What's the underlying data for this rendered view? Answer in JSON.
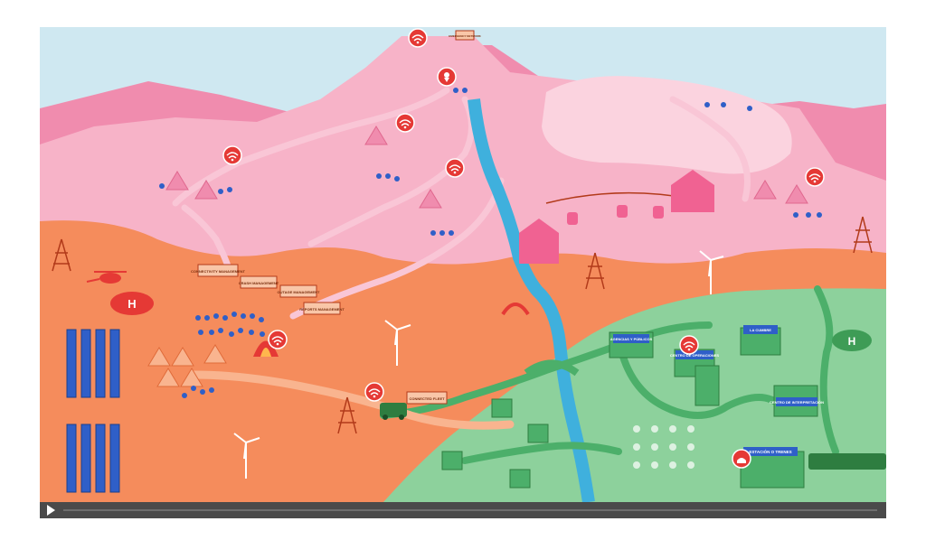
{
  "colors": {
    "sky": "#cfe8f1",
    "mountain_back": "#f08cae",
    "mountain": "#f7b3c8",
    "mountain_light": "#fbd3df",
    "desert": "#f58c5c",
    "desert_dark": "#e8703e",
    "green": "#8dd19c",
    "green_dark": "#56b06c",
    "river": "#3fb0dd",
    "accent_red": "#e53935",
    "solar": "#2f5fc8",
    "road_pink": "#f9c6d6",
    "road_green": "#4caf6a"
  },
  "pins": [
    {
      "name": "wifi-pin-summit",
      "icon": "wifi-icon"
    },
    {
      "name": "location-pin-peak",
      "icon": "location-icon"
    },
    {
      "name": "wifi-pin-mountain-center",
      "icon": "wifi-icon"
    },
    {
      "name": "wifi-pin-mountain-left",
      "icon": "wifi-icon"
    },
    {
      "name": "wifi-pin-mountain-right-center",
      "icon": "wifi-icon"
    },
    {
      "name": "wifi-pin-mountain-right",
      "icon": "wifi-icon"
    },
    {
      "name": "wifi-pin-campsite",
      "icon": "wifi-icon"
    },
    {
      "name": "wifi-pin-vehicle",
      "icon": "wifi-icon"
    },
    {
      "name": "wifi-pin-operations",
      "icon": "wifi-icon"
    },
    {
      "name": "hand-pin-station",
      "icon": "hand-icon"
    }
  ],
  "signs": {
    "connection": "CONNECTIVITY MANAGEMENT",
    "crash": "CRASH MANAGEMENT",
    "outage": "OUTAGE MANAGEMENT",
    "reports": "REPORTS MANAGEMENT",
    "summit_flag": "EMERGENCY NETWORK",
    "vehicle": "CONNECTED FLEET"
  },
  "buildings": {
    "agencias": "AGENCIAS Y PÚBLICOS",
    "centro_operaciones": "CENTRO DE OPERACIONES",
    "la_cumbre": "LA CUMBRE",
    "centro_interpretacion": "CENTRO DE INTERPRETACIÓN",
    "estacion": "ESTACIÓN O TRENES"
  },
  "player": {
    "progress": 0
  }
}
